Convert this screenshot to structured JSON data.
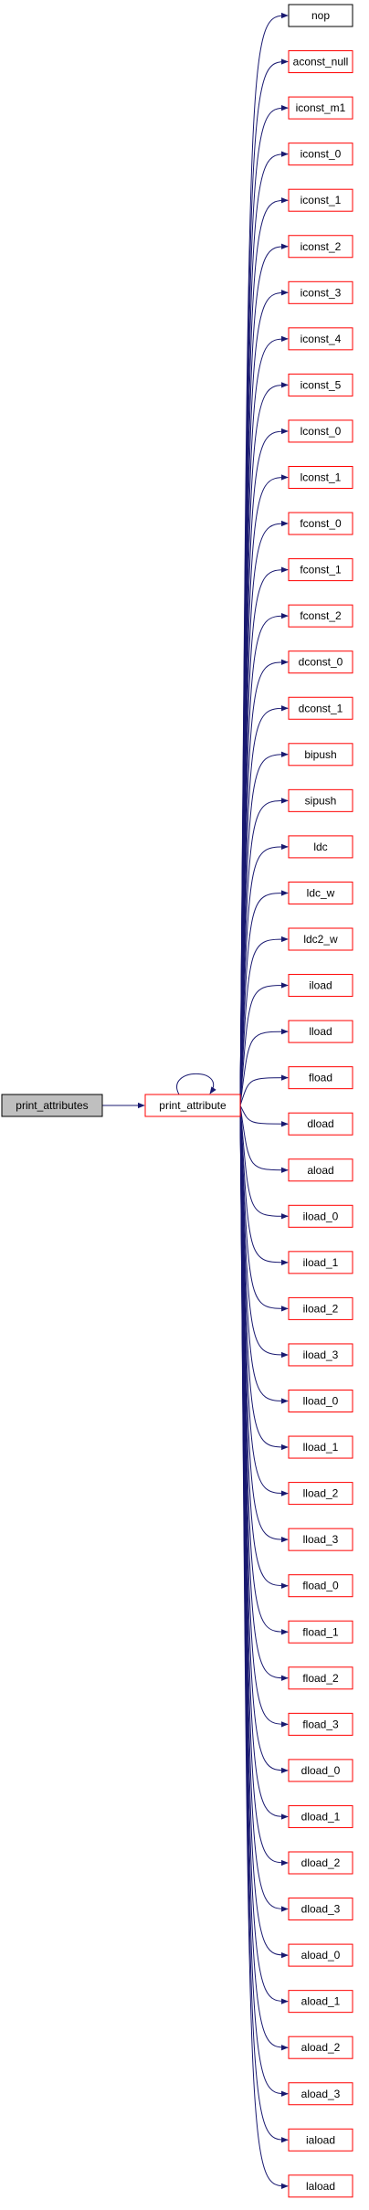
{
  "colors": {
    "edge": "#191970",
    "root_fill": "#bfbfbf",
    "normal_border": "#ff0000",
    "leaf_border": "#000000",
    "background": "#ffffff"
  },
  "nodes": {
    "root": {
      "label": "print_attributes"
    },
    "center": {
      "label": "print_attribute"
    },
    "targets": [
      {
        "label": "nop",
        "border": "black"
      },
      {
        "label": "aconst_null",
        "border": "red"
      },
      {
        "label": "iconst_m1",
        "border": "red"
      },
      {
        "label": "iconst_0",
        "border": "red"
      },
      {
        "label": "iconst_1",
        "border": "red"
      },
      {
        "label": "iconst_2",
        "border": "red"
      },
      {
        "label": "iconst_3",
        "border": "red"
      },
      {
        "label": "iconst_4",
        "border": "red"
      },
      {
        "label": "iconst_5",
        "border": "red"
      },
      {
        "label": "lconst_0",
        "border": "red"
      },
      {
        "label": "lconst_1",
        "border": "red"
      },
      {
        "label": "fconst_0",
        "border": "red"
      },
      {
        "label": "fconst_1",
        "border": "red"
      },
      {
        "label": "fconst_2",
        "border": "red"
      },
      {
        "label": "dconst_0",
        "border": "red"
      },
      {
        "label": "dconst_1",
        "border": "red"
      },
      {
        "label": "bipush",
        "border": "red"
      },
      {
        "label": "sipush",
        "border": "red"
      },
      {
        "label": "ldc",
        "border": "red"
      },
      {
        "label": "ldc_w",
        "border": "red"
      },
      {
        "label": "ldc2_w",
        "border": "red"
      },
      {
        "label": "iload",
        "border": "red"
      },
      {
        "label": "lload",
        "border": "red"
      },
      {
        "label": "fload",
        "border": "red"
      },
      {
        "label": "dload",
        "border": "red"
      },
      {
        "label": "aload",
        "border": "red"
      },
      {
        "label": "iload_0",
        "border": "red"
      },
      {
        "label": "iload_1",
        "border": "red"
      },
      {
        "label": "iload_2",
        "border": "red"
      },
      {
        "label": "iload_3",
        "border": "red"
      },
      {
        "label": "lload_0",
        "border": "red"
      },
      {
        "label": "lload_1",
        "border": "red"
      },
      {
        "label": "lload_2",
        "border": "red"
      },
      {
        "label": "lload_3",
        "border": "red"
      },
      {
        "label": "fload_0",
        "border": "red"
      },
      {
        "label": "fload_1",
        "border": "red"
      },
      {
        "label": "fload_2",
        "border": "red"
      },
      {
        "label": "fload_3",
        "border": "red"
      },
      {
        "label": "dload_0",
        "border": "red"
      },
      {
        "label": "dload_1",
        "border": "red"
      },
      {
        "label": "dload_2",
        "border": "red"
      },
      {
        "label": "dload_3",
        "border": "red"
      },
      {
        "label": "aload_0",
        "border": "red"
      },
      {
        "label": "aload_1",
        "border": "red"
      },
      {
        "label": "aload_2",
        "border": "red"
      },
      {
        "label": "aload_3",
        "border": "red"
      },
      {
        "label": "iaload",
        "border": "red"
      },
      {
        "label": "laload",
        "border": "red"
      }
    ]
  }
}
